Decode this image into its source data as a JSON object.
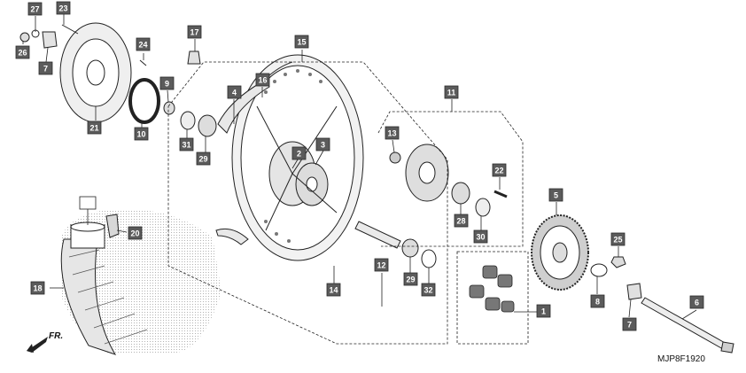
{
  "diagram_code": "MJP8F1920",
  "direction_label": "FR.",
  "callouts": [
    "1",
    "2",
    "3",
    "4",
    "5",
    "6",
    "7",
    "7",
    "8",
    "9",
    "10",
    "11",
    "12",
    "13",
    "14",
    "15",
    "16",
    "17",
    "18",
    "20",
    "21",
    "22",
    "23",
    "24",
    "25",
    "26",
    "27",
    "28",
    "29",
    "29",
    "30",
    "31",
    "32"
  ]
}
